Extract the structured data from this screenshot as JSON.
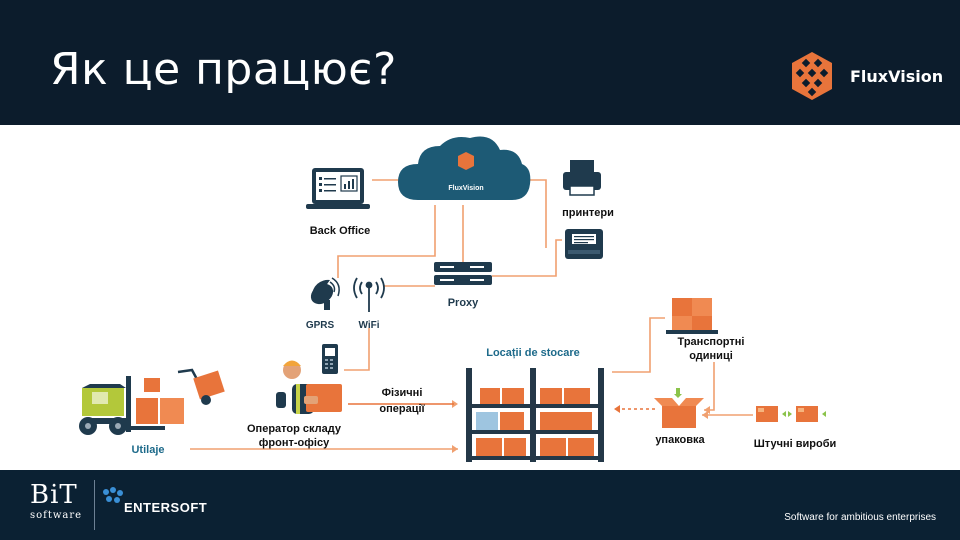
{
  "header": {
    "title": "Як це працює?",
    "brand_name": "FluxVision",
    "colors": {
      "background": "#0c1c2c",
      "accent": "#e8743b"
    }
  },
  "diagram": {
    "cloud_label": "FluxVision",
    "nodes": {
      "back_office": "Back Office",
      "printers": "принтери",
      "proxy": "Proxy",
      "gprs": "GPRS",
      "wifi": "WiFi",
      "storage": "Locații de stocare",
      "transport_units_line1": "Транспортні",
      "transport_units_line2": "одиниці",
      "packaging": "упаковка",
      "physical_ops_line1": "Фізичні",
      "physical_ops_line2": "операції",
      "operator_line1": "Оператор складу",
      "operator_line2": "фронт-офісу",
      "equipment": "Utilaje",
      "piece_goods": "Штучні вироби"
    },
    "colors": {
      "line": "#f0a070",
      "dark": "#1f3a4d",
      "orange": "#e8743b",
      "shelf": "#243848",
      "teal": "#1d5a75"
    }
  },
  "footer": {
    "logo_bit": "BiT",
    "logo_bit_sub": "software",
    "logo_entersoft": "ENTERSOFT",
    "tagline": "Software for ambitious enterprises",
    "background": "#0b2133"
  }
}
